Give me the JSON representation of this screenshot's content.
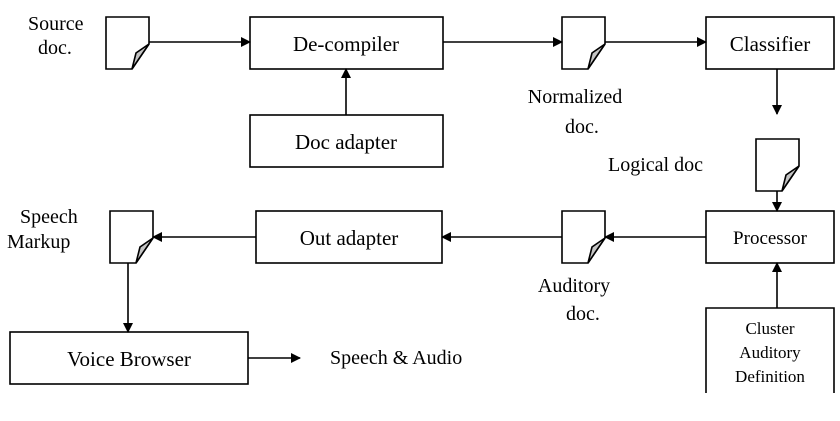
{
  "diagram": {
    "boxes": {
      "decompiler": "De-compiler",
      "doc_adapter": "Doc adapter",
      "classifier": "Classifier",
      "processor": "Processor",
      "out_adapter": "Out adapter",
      "voice_browser": "Voice Browser",
      "cluster_auditory_definition": [
        "Cluster",
        "Auditory",
        "Definition"
      ]
    },
    "document_labels": {
      "source_doc": [
        "Source",
        "doc."
      ],
      "normalized_doc": [
        "Normalized",
        "doc."
      ],
      "logical_doc": "Logical doc",
      "auditory_doc": [
        "Auditory",
        "doc."
      ],
      "speech_markup": [
        "Speech",
        "Markup"
      ]
    },
    "output_label": "Speech & Audio"
  }
}
